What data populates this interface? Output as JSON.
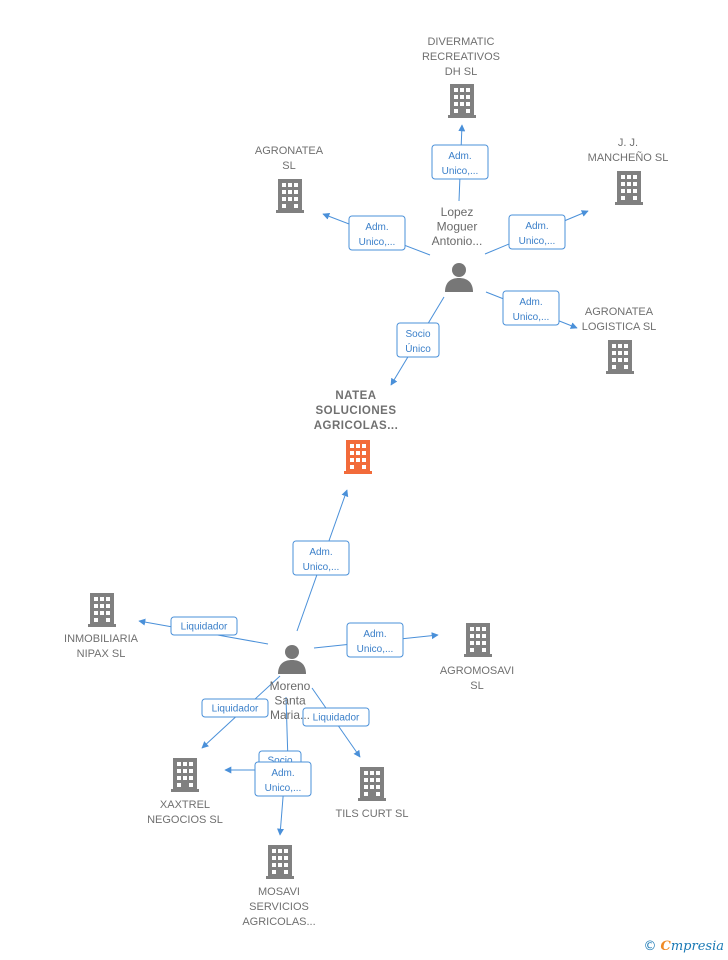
{
  "colors": {
    "edge": "#4a90d9",
    "building": "#808080",
    "focus": "#f26b3a",
    "person": "#777777"
  },
  "nodes": [
    {
      "id": "natea",
      "type": "company-focus",
      "lines": [
        "NATEA",
        "SOLUCIONES",
        "AGRICOLAS..."
      ]
    },
    {
      "id": "divermatic",
      "type": "company",
      "lines": [
        "DIVERMATIC",
        "RECREATIVOS",
        "DH  SL"
      ]
    },
    {
      "id": "agronatea",
      "type": "company",
      "lines": [
        "AGRONATEA",
        "SL"
      ]
    },
    {
      "id": "jj",
      "type": "company",
      "lines": [
        "J.  J.",
        "MANCHEÑO SL"
      ]
    },
    {
      "id": "agronatea_log",
      "type": "company",
      "lines": [
        "AGRONATEA",
        "LOGISTICA  SL"
      ]
    },
    {
      "id": "lopez",
      "type": "person",
      "lines": [
        "Lopez",
        "Moguer",
        "Antonio..."
      ]
    },
    {
      "id": "moreno",
      "type": "person",
      "lines": [
        "Moreno",
        "Santa",
        "Maria..."
      ]
    },
    {
      "id": "inmobiliaria",
      "type": "company",
      "lines": [
        "INMOBILIARIA",
        "NIPAX SL"
      ]
    },
    {
      "id": "agromosavi",
      "type": "company",
      "lines": [
        "AGROMOSAVI",
        "SL"
      ]
    },
    {
      "id": "xaxtrel",
      "type": "company",
      "lines": [
        "XAXTREL",
        "NEGOCIOS SL"
      ]
    },
    {
      "id": "tils",
      "type": "company",
      "lines": [
        "TILS CURT SL"
      ]
    },
    {
      "id": "mosavi",
      "type": "company",
      "lines": [
        "MOSAVI",
        "SERVICIOS",
        "AGRICOLAS..."
      ]
    }
  ],
  "edges": [
    {
      "id": "e1",
      "lines": [
        "Adm.",
        "Unico,..."
      ]
    },
    {
      "id": "e2",
      "lines": [
        "Adm.",
        "Unico,..."
      ]
    },
    {
      "id": "e3",
      "lines": [
        "Adm.",
        "Unico,..."
      ]
    },
    {
      "id": "e4",
      "lines": [
        "Adm.",
        "Unico,..."
      ]
    },
    {
      "id": "e5",
      "lines": [
        "Socio",
        "Único"
      ]
    },
    {
      "id": "e6",
      "lines": [
        "Adm.",
        "Unico,..."
      ]
    },
    {
      "id": "e7",
      "lines": [
        "Liquidador"
      ]
    },
    {
      "id": "e8",
      "lines": [
        "Adm.",
        "Unico,..."
      ]
    },
    {
      "id": "e9",
      "lines": [
        "Liquidador"
      ]
    },
    {
      "id": "e10",
      "lines": [
        "Liquidador"
      ]
    },
    {
      "id": "e11",
      "lines": [
        "Socio"
      ]
    },
    {
      "id": "e12",
      "lines": [
        "Adm.",
        "Unico,..."
      ]
    }
  ],
  "brand": {
    "copyright": "©",
    "first": "C",
    "rest": "mpresia"
  }
}
